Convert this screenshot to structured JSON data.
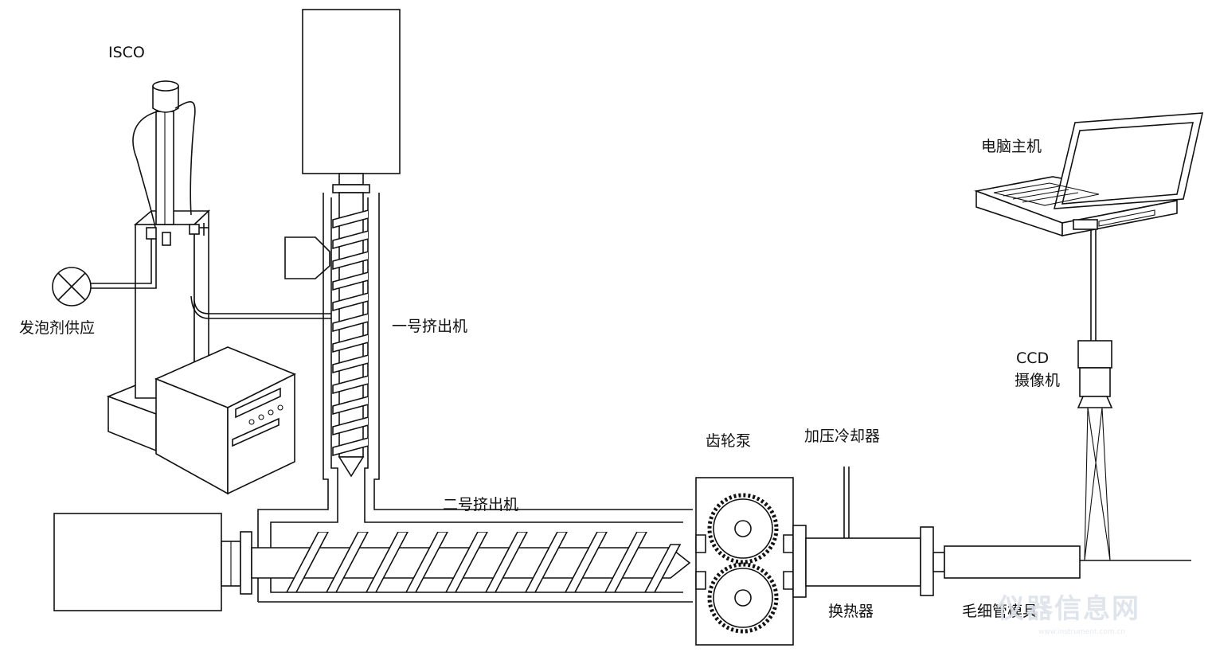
{
  "labels": {
    "isco": "ISCO",
    "blowing_agent_supply": "发泡剂供应",
    "extruder_1": "一号挤出机",
    "extruder_2": "二号挤出机",
    "gear_pump": "齿轮泵",
    "pressurized_cooler": "加压冷却器",
    "heat_exchanger": "换热器",
    "capillary_die": "毛细管模具",
    "computer": "电脑主机",
    "ccd_line1": "CCD",
    "ccd_line2": "摄像机"
  },
  "watermark": {
    "text": "仪器信息网",
    "url": "www.instrument.com.cn"
  },
  "colors": {
    "line": "#111111",
    "background": "#ffffff",
    "watermark": "#dde3ea"
  },
  "icons": {
    "valve": "circle-x-valve-icon",
    "gear": "gear-icon"
  }
}
